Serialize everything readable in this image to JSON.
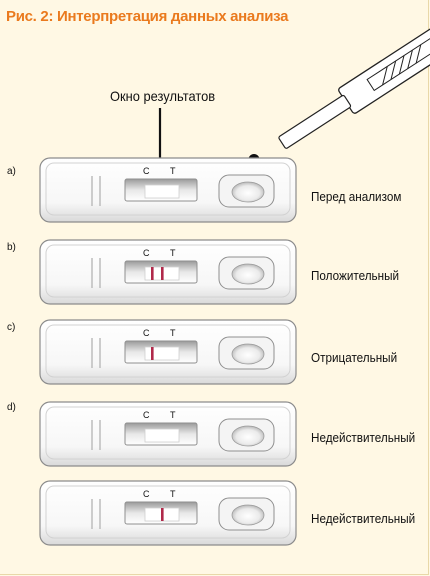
{
  "figure": {
    "title": "Рис. 2: Интерпретация данных анализа",
    "window_label": "Окно результатов"
  },
  "rows": [
    {
      "letter": "a)",
      "result": "Перед анализом",
      "c_label": "C",
      "t_label": "T",
      "c_line": false,
      "t_line": false
    },
    {
      "letter": "b)",
      "result": "Положительный",
      "c_label": "C",
      "t_label": "T",
      "c_line": true,
      "t_line": true
    },
    {
      "letter": "c)",
      "result": "Отрицательный",
      "c_label": "C",
      "t_label": "T",
      "c_line": true,
      "t_line": false
    },
    {
      "letter": "d)",
      "result": "Недействительный",
      "c_label": "C",
      "t_label": "T",
      "c_line": false,
      "t_line": false
    },
    {
      "letter": "",
      "result": "Недействительный",
      "c_label": "C",
      "t_label": "T",
      "c_line": false,
      "t_line": true
    }
  ],
  "colors": {
    "title": "#ea7a1e",
    "background": "#fff8e4",
    "line": "#b0294a",
    "drop": "#111111"
  },
  "icons": [
    "dropper-icon",
    "arrow-down-icon",
    "drop-icon"
  ]
}
